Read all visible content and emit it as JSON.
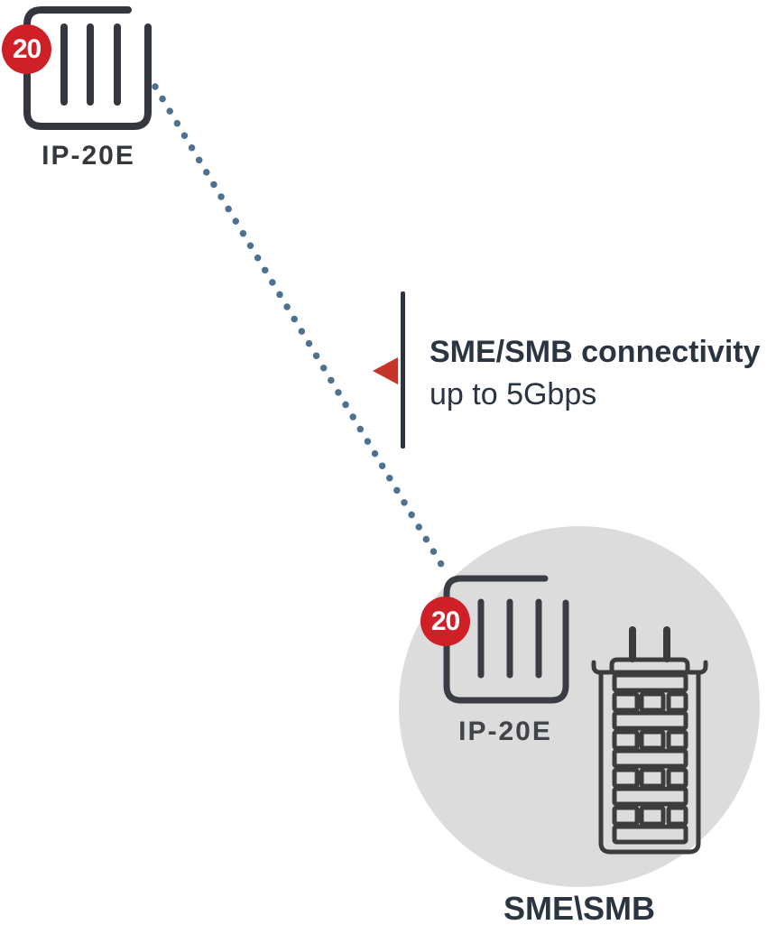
{
  "diagram": {
    "top_device": {
      "icon": "radio-unit-icon",
      "badge": "20",
      "label": "IP-20E"
    },
    "link": {
      "style": "dotted",
      "color": "#4d7190"
    },
    "callout": {
      "arrow_icon": "arrow-left-icon",
      "line1": "SME/SMB connectivity",
      "line2": "up to 5Gbps"
    },
    "zone": {
      "shape": "circle",
      "color": "#dcdcdc",
      "device": {
        "icon": "radio-unit-icon",
        "badge": "20",
        "label": "IP-20E"
      },
      "building_icon": "office-building-icon",
      "label": "SME\\SMB"
    },
    "colors": {
      "ink_dark": "#34373e",
      "text_navy": "#2b3542",
      "badge_red": "#cf2027",
      "arrow_red": "#c53529",
      "link_blue": "#4d7190",
      "zone_gray": "#dcdcdc",
      "building_stroke": "#3b3c3e"
    }
  }
}
